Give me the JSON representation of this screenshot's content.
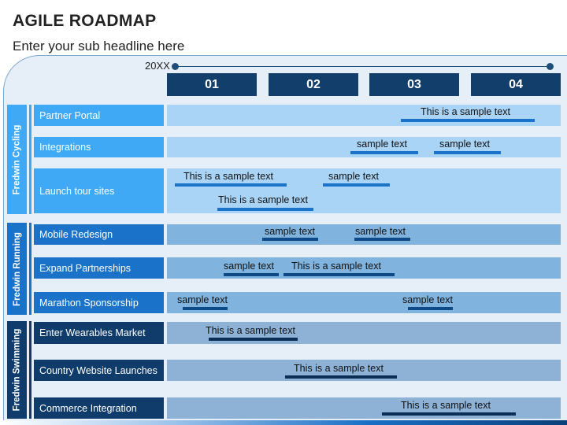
{
  "header": {
    "title": "AGILE ROADMAP",
    "subtitle": "Enter your sub headline here"
  },
  "timeline": {
    "year": "20XX",
    "quarters": [
      "01",
      "02",
      "03",
      "04"
    ]
  },
  "groups": [
    {
      "label": "Fredwin Cycling",
      "rows": [
        {
          "label": "Partner Portal",
          "tasks": [
            {
              "text": "This is a sample text"
            }
          ]
        },
        {
          "label": "Integrations",
          "tasks": [
            {
              "text": "sample text"
            },
            {
              "text": "sample text"
            }
          ]
        },
        {
          "label": "Launch tour sites",
          "tasks": [
            {
              "text": "This is a sample text"
            },
            {
              "text": "sample text"
            },
            {
              "text": "This is a sample text"
            }
          ]
        }
      ]
    },
    {
      "label": "Fredwin Running",
      "rows": [
        {
          "label": "Mobile Redesign",
          "tasks": [
            {
              "text": "sample text"
            },
            {
              "text": "sample text"
            }
          ]
        },
        {
          "label": "Expand Partnerships",
          "tasks": [
            {
              "text": "sample text"
            },
            {
              "text": "This is a sample text"
            }
          ]
        },
        {
          "label": "Marathon Sponsorship",
          "tasks": [
            {
              "text": "sample text"
            },
            {
              "text": "sample text"
            }
          ]
        }
      ]
    },
    {
      "label": "Fredwin Swimming",
      "rows": [
        {
          "label": "Enter Wearables Market",
          "tasks": [
            {
              "text": "This is a sample text"
            }
          ]
        },
        {
          "label": "Country Website Launches",
          "tasks": [
            {
              "text": "This is a sample text"
            }
          ]
        },
        {
          "label": "Commerce Integration",
          "tasks": [
            {
              "text": "This is a sample text"
            }
          ]
        }
      ]
    }
  ],
  "colors": {
    "cycling_label": "#3fa9f5",
    "cycling_row": "#a9d4f6",
    "cycling_task": "#1a73c8",
    "running_label": "#1a73c8",
    "running_row": "#80b3de",
    "running_task": "#0d4a86",
    "swimming_label": "#0f3c6b",
    "swimming_row": "#8db2d6",
    "swimming_task": "#0a2e55"
  }
}
